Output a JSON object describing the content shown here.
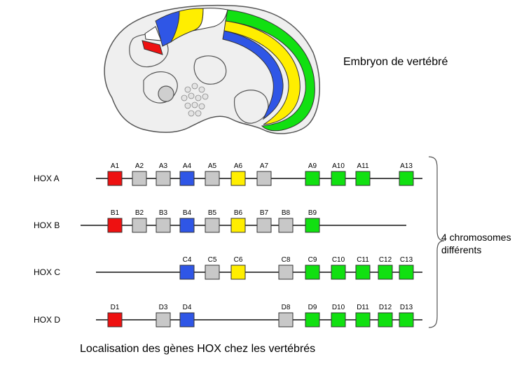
{
  "embryo_title": "Embryon de vertébré",
  "caption": "Localisation des gènes HOX chez les vertébrés",
  "chromosome_note": [
    "4 chromosomes",
    "différents"
  ],
  "colors": {
    "red": "#ee1111",
    "grey": "#c8c8c8",
    "blue": "#2f56e6",
    "yellow": "#ffee00",
    "green": "#11e011",
    "white": "#ffffff"
  },
  "clusters": [
    {
      "name": "HOX A",
      "genes": [
        {
          "label": "A1",
          "color": "red"
        },
        {
          "label": "A2",
          "color": "grey"
        },
        {
          "label": "A3",
          "color": "grey"
        },
        {
          "label": "A4",
          "color": "blue"
        },
        {
          "label": "A5",
          "color": "grey"
        },
        {
          "label": "A6",
          "color": "yellow"
        },
        {
          "label": "A7",
          "color": "grey"
        },
        {
          "label": "A9",
          "color": "green"
        },
        {
          "label": "A10",
          "color": "green"
        },
        {
          "label": "A11",
          "color": "green"
        },
        {
          "label": "A13",
          "color": "green"
        }
      ]
    },
    {
      "name": "HOX B",
      "genes": [
        {
          "label": "B1",
          "color": "red"
        },
        {
          "label": "B2",
          "color": "grey"
        },
        {
          "label": "B3",
          "color": "grey"
        },
        {
          "label": "B4",
          "color": "blue"
        },
        {
          "label": "B5",
          "color": "grey"
        },
        {
          "label": "B6",
          "color": "yellow"
        },
        {
          "label": "B7",
          "color": "grey"
        },
        {
          "label": "B8",
          "color": "grey"
        },
        {
          "label": "B9",
          "color": "green"
        }
      ]
    },
    {
      "name": "HOX C",
      "genes": [
        {
          "label": "C4",
          "color": "blue"
        },
        {
          "label": "C5",
          "color": "grey"
        },
        {
          "label": "C6",
          "color": "yellow"
        },
        {
          "label": "C8",
          "color": "grey"
        },
        {
          "label": "C9",
          "color": "green"
        },
        {
          "label": "C10",
          "color": "green"
        },
        {
          "label": "C11",
          "color": "green"
        },
        {
          "label": "C12",
          "color": "green"
        },
        {
          "label": "C13",
          "color": "green"
        }
      ]
    },
    {
      "name": "HOX D",
      "genes": [
        {
          "label": "D1",
          "color": "red"
        },
        {
          "label": "D3",
          "color": "grey"
        },
        {
          "label": "D4",
          "color": "blue"
        },
        {
          "label": "D8",
          "color": "grey"
        },
        {
          "label": "D9",
          "color": "green"
        },
        {
          "label": "D10",
          "color": "green"
        },
        {
          "label": "D11",
          "color": "green"
        },
        {
          "label": "D12",
          "color": "green"
        },
        {
          "label": "D13",
          "color": "green"
        }
      ]
    }
  ]
}
